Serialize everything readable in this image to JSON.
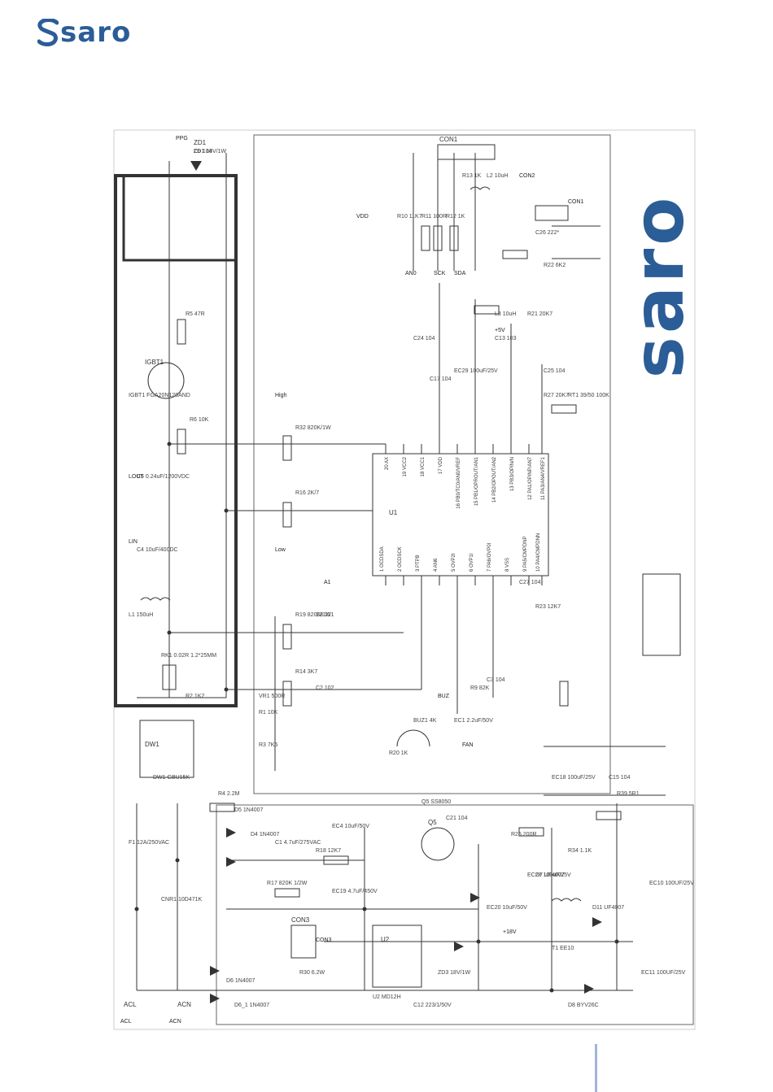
{
  "brand": {
    "name": "saro",
    "color": "#2b5d97"
  },
  "schematic": {
    "components": [
      {
        "ref": "ZD1",
        "value": "18V/1W"
      },
      {
        "ref": "IGBT1",
        "value": "FGA20N120AND"
      },
      {
        "ref": "R5",
        "value": "47R"
      },
      {
        "ref": "R6",
        "value": "10K"
      },
      {
        "ref": "R32",
        "value": "820K/1W"
      },
      {
        "ref": "R16",
        "value": "2K/7"
      },
      {
        "ref": "R19",
        "value": "820K/1W"
      },
      {
        "ref": "R14",
        "value": "3K7"
      },
      {
        "ref": "C8",
        "value": "221"
      },
      {
        "ref": "C5",
        "value": "0.24uF/1200VDC"
      },
      {
        "ref": "C4",
        "value": "10uF/400DC"
      },
      {
        "ref": "L1",
        "value": "150uH"
      },
      {
        "ref": "RK1",
        "value": "0.02R 1.2*25MM"
      },
      {
        "ref": "R2",
        "value": "1K2"
      },
      {
        "ref": "VR1",
        "value": "500R"
      },
      {
        "ref": "R1",
        "value": "10K"
      },
      {
        "ref": "R3",
        "value": "7K5"
      },
      {
        "ref": "C2",
        "value": "102"
      },
      {
        "ref": "DW1",
        "value": "GBU15K"
      },
      {
        "ref": "R4",
        "value": "2.2M"
      },
      {
        "ref": "F1",
        "value": "12A/250VAC"
      },
      {
        "ref": "CNR1",
        "value": "10D471K"
      },
      {
        "ref": "C1",
        "value": "4.7uF/275VAC"
      },
      {
        "ref": "D5",
        "value": "1N4007"
      },
      {
        "ref": "D4",
        "value": "1N4007"
      },
      {
        "ref": "D6",
        "value": "1N4007"
      },
      {
        "ref": "D6_1",
        "value": "1N4007"
      },
      {
        "ref": "R17",
        "value": "820K 1/2W"
      },
      {
        "ref": "R18",
        "value": "12K7"
      },
      {
        "ref": "EC4",
        "value": "10uF/50V"
      },
      {
        "ref": "EC19",
        "value": "4.7uF/450V"
      },
      {
        "ref": "R30",
        "value": "6.2W"
      },
      {
        "ref": "U2",
        "value": "MD12H"
      },
      {
        "ref": "ZD3",
        "value": "18V/1W"
      },
      {
        "ref": "C12",
        "value": "223/1/50V"
      },
      {
        "ref": "EC20",
        "value": "10uF/50V"
      },
      {
        "ref": "D7",
        "value": "UF4007"
      },
      {
        "ref": "T1",
        "value": "EE10"
      },
      {
        "ref": "D11",
        "value": "UF4007"
      },
      {
        "ref": "D8",
        "value": "BYV26C"
      },
      {
        "ref": "EC11",
        "value": "100UF/25V"
      },
      {
        "ref": "R39",
        "value": "5R1"
      },
      {
        "ref": "EC10",
        "value": "100UF/25V"
      },
      {
        "ref": "R34",
        "value": "1.1K"
      },
      {
        "ref": "EC28",
        "value": "100uF/25V"
      },
      {
        "ref": "R25",
        "value": "200R"
      },
      {
        "ref": "EC18",
        "value": "100uF/25V"
      },
      {
        "ref": "C15",
        "value": "104"
      },
      {
        "ref": "C21",
        "value": "104"
      },
      {
        "ref": "Q5",
        "value": "SS8050"
      },
      {
        "ref": "R20",
        "value": "1K"
      },
      {
        "ref": "BUZ1",
        "value": "4K"
      },
      {
        "ref": "EC1",
        "value": "2.2uF/50V"
      },
      {
        "ref": "R9",
        "value": "82K"
      },
      {
        "ref": "C3",
        "value": "104"
      },
      {
        "ref": "R10",
        "value": "11K7"
      },
      {
        "ref": "R11",
        "value": "100R"
      },
      {
        "ref": "R12",
        "value": "1K"
      },
      {
        "ref": "R13",
        "value": "1K"
      },
      {
        "ref": "L2",
        "value": "10uH"
      },
      {
        "ref": "L3",
        "value": "10uH"
      },
      {
        "ref": "R21",
        "value": "20K7"
      },
      {
        "ref": "C13",
        "value": "103"
      },
      {
        "ref": "C26",
        "value": "222*"
      },
      {
        "ref": "R22",
        "value": "6K2"
      },
      {
        "ref": "C25",
        "value": "104"
      },
      {
        "ref": "R27",
        "value": "20K7"
      },
      {
        "ref": "RT1",
        "value": "39/50 100K"
      },
      {
        "ref": "C24",
        "value": "104"
      },
      {
        "ref": "C17",
        "value": "104"
      },
      {
        "ref": "EC29",
        "value": "100uF/25V"
      },
      {
        "ref": "C27",
        "value": "104"
      },
      {
        "ref": "R23",
        "value": "12K7"
      },
      {
        "ref": "C9",
        "value": "104"
      }
    ],
    "connectors": [
      "CON1",
      "CON2",
      "CON3",
      "LOUT",
      "LIN",
      "ACL",
      "ACN"
    ],
    "net_labels": [
      "PPG",
      "High",
      "Low",
      "A1",
      "AN0",
      "SCK",
      "SDA",
      "VDD",
      "+5V",
      "+18V",
      "FAN",
      "BUZ"
    ],
    "ic": {
      "ref": "U1",
      "left_pins": [
        {
          "num": "1",
          "name": "OCDSDA"
        },
        {
          "num": "2",
          "name": "OCDSCK"
        },
        {
          "num": "3",
          "name": "PTPB"
        },
        {
          "num": "4",
          "name": "AN6"
        },
        {
          "num": "5",
          "name": "OVP2I"
        },
        {
          "num": "6",
          "name": "OVP1I"
        },
        {
          "num": "7",
          "name": "PA6/OVP0I"
        },
        {
          "num": "8",
          "name": "VSS"
        },
        {
          "num": "9",
          "name": "PA5/CMPDNP"
        },
        {
          "num": "10",
          "name": "PA4/CMPDNN"
        }
      ],
      "right_pins": [
        {
          "num": "20",
          "name": "AX"
        },
        {
          "num": "19",
          "name": "VCC2"
        },
        {
          "num": "18",
          "name": "VCC1"
        },
        {
          "num": "17",
          "name": "VDD"
        },
        {
          "num": "16",
          "name": "PB0/TC0/AN0/VREF"
        },
        {
          "num": "15",
          "name": "PB1/OPROUT/AN1"
        },
        {
          "num": "14",
          "name": "PB2/OPOUT/AN2"
        },
        {
          "num": "13",
          "name": "PB3/OPIN/N"
        },
        {
          "num": "12",
          "name": "PA1/OPINP/AN7"
        },
        {
          "num": "11",
          "name": "PA3/AN4/VREF1"
        }
      ]
    }
  }
}
